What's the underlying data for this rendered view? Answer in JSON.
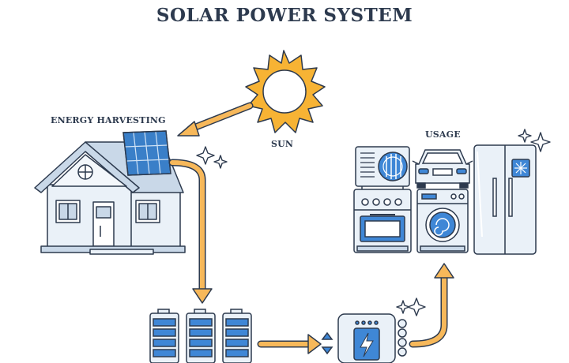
{
  "title": "SOLAR POWER SYSTEM",
  "labels": {
    "energy_harvesting": "ENERGY HARVESTING",
    "sun": "SUN",
    "usage": "USAGE"
  },
  "colors": {
    "outline": "#2d3a4e",
    "sun": "#f7b334",
    "arrow": "#f7b85a",
    "appliance_fill": "#eaf1f8",
    "panel_blue": "#3a7fc8",
    "battery_blue": "#3f87d6"
  },
  "icons": [
    "sun-icon",
    "house-icon",
    "solar-panel-icon",
    "battery-icon",
    "inverter-icon",
    "air-conditioner-icon",
    "car-icon",
    "stove-icon",
    "washing-machine-icon",
    "refrigerator-icon",
    "sparkle-icon"
  ]
}
